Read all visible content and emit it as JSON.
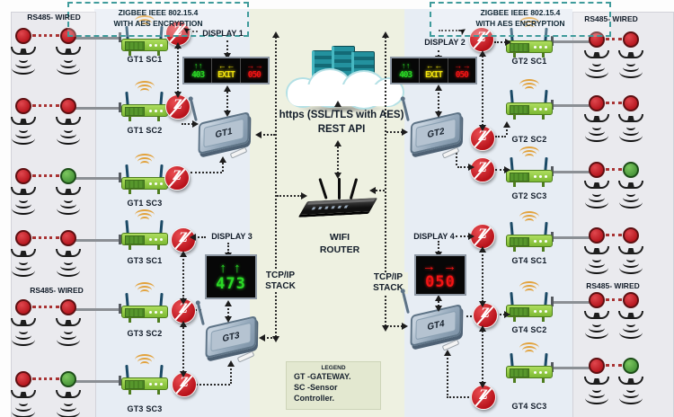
{
  "zigbee_boxes": {
    "left": {
      "line1": "ZIGBEE IEEE 802.15.4",
      "line2": "WITH AES ENCRYPTION"
    },
    "right": {
      "line1": "ZIGBEE IEEE 802.15.4",
      "line2": "WITH AES ENCRYPTION"
    }
  },
  "rs485_labels": {
    "top_left": "RS485- WIRED",
    "top_right": "RS485- WIRED",
    "mid_left": "RS485- WIRED",
    "mid_right": "RS485- WIRED"
  },
  "cloud_server": {
    "caption_line1": "https (SSL/TLS with AES)",
    "caption_line2": "REST API"
  },
  "wifi_router": {
    "label_line1": "WIFI",
    "label_line2": "ROUTER"
  },
  "tcpip_left": {
    "line1": "TCP/IP",
    "line2": "STACK"
  },
  "tcpip_right": {
    "line1": "TCP/IP",
    "line2": "STACK"
  },
  "legend": {
    "title": "LEGEND",
    "line1": "GT -GATEWAY.",
    "line2": "SC -Sensor",
    "line3": "Controller."
  },
  "gateways": [
    {
      "label": "GT1"
    },
    {
      "label": "GT2"
    },
    {
      "label": "GT3"
    },
    {
      "label": "GT4"
    }
  ],
  "displays": [
    {
      "name": "DISPLAY 1",
      "panels": [
        {
          "arrows": "↑ ↑",
          "text": "403",
          "color": "#2bd926"
        },
        {
          "arrows": "← ←",
          "text": "EXIT",
          "color": "#f2e40e"
        },
        {
          "arrows": "→ →",
          "text": "050",
          "color": "#f21414"
        }
      ]
    },
    {
      "name": "DISPLAY 2",
      "panels": [
        {
          "arrows": "↑ ↑",
          "text": "403",
          "color": "#2bd926"
        },
        {
          "arrows": "← ←",
          "text": "EXIT",
          "color": "#f2e40e"
        },
        {
          "arrows": "→ →",
          "text": "050",
          "color": "#f21414"
        }
      ]
    },
    {
      "name": "DISPLAY 3",
      "panels": [
        {
          "arrows": "↑ ↑",
          "text": "473",
          "color": "#2bd926"
        }
      ]
    },
    {
      "name": "DISPLAY 4",
      "panels": [
        {
          "arrows": "→ →",
          "text": "050",
          "color": "#f21414"
        }
      ]
    }
  ],
  "sc_left": [
    {
      "label": "GT1 SC1",
      "sensors": [
        "red",
        "red"
      ]
    },
    {
      "label": "GT1 SC2",
      "sensors": [
        "red",
        "red"
      ]
    },
    {
      "label": "GT1 SC3",
      "sensors": [
        "red",
        "green"
      ]
    },
    {
      "label": "GT3 SC1",
      "sensors": [
        "red",
        "red"
      ]
    },
    {
      "label": "GT3 SC2",
      "sensors": [
        "red",
        "red"
      ]
    },
    {
      "label": "GT3 SC3",
      "sensors": [
        "red",
        "green"
      ]
    }
  ],
  "sc_right": [
    {
      "label": "GT2 SC1",
      "sensors": [
        "red",
        "red"
      ]
    },
    {
      "label": "GT2 SC2",
      "sensors": [
        "red",
        "red"
      ]
    },
    {
      "label": "GT2 SC3",
      "sensors": [
        "red",
        "green"
      ]
    },
    {
      "label": "GT4 SC1",
      "sensors": [
        "red",
        "red"
      ]
    },
    {
      "label": "GT4 SC2",
      "sensors": [
        "red",
        "red"
      ]
    },
    {
      "label": "GT4 SC3",
      "sensors": [
        "red",
        "green"
      ]
    }
  ],
  "colors": {
    "sensor_red": "#c5232b",
    "sensor_green": "#56a546",
    "zigbee_red": "#c5161d",
    "router_green": "#8cc63e",
    "gateway_gray": "#93a7ba",
    "teal_dashed": "#3f9b9b",
    "led_green": "#2bd926",
    "led_yellow": "#f2e40e",
    "led_red": "#f21414"
  }
}
